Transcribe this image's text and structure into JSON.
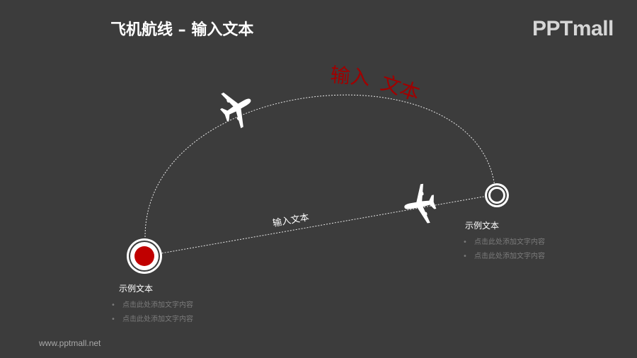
{
  "slide": {
    "title": "飞机航线 – 输入文本",
    "logo": "PPTmall",
    "footer_url": "www.pptmall.net"
  },
  "colors": {
    "background": "#3c3c3c",
    "accent_red": "#c00000",
    "arc_red_text": "#a00000",
    "white": "#ffffff",
    "muted": "#7b7b7b"
  },
  "arc_label": {
    "part1": "输入",
    "part2": "文本"
  },
  "route_label": "输入文本",
  "origin": {
    "title": "示例文本",
    "bullets": [
      "点击此处添加文字内容",
      "点击此处添加文字内容"
    ]
  },
  "destination": {
    "title": "示例文本",
    "bullets": [
      "点击此处添加文字内容",
      "点击此处添加文字内容"
    ]
  },
  "icons": {
    "plane_top": "airplane-icon",
    "plane_bottom": "airplane-icon",
    "origin_marker": "origin-marker-icon",
    "destination_marker": "destination-marker-icon"
  }
}
